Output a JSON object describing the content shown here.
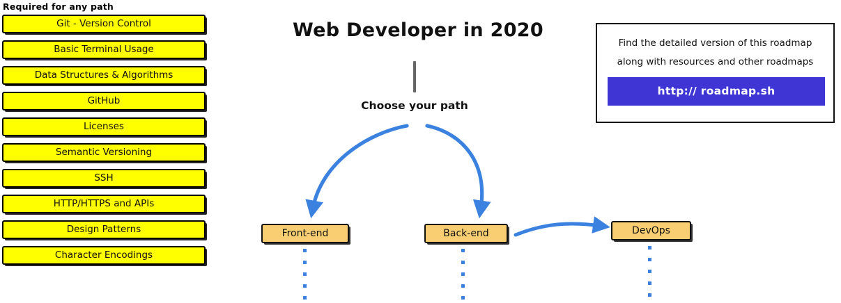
{
  "diagram": {
    "title": "Web Developer in 2020",
    "branch_label": "Choose your path"
  },
  "required_section": {
    "heading": "Required for any path",
    "accent_color": "#FFFF00",
    "items": [
      {
        "label": "Git - Version Control"
      },
      {
        "label": "Basic Terminal Usage"
      },
      {
        "label": "Data Structures & Algorithms"
      },
      {
        "label": "GitHub"
      },
      {
        "label": "Licenses"
      },
      {
        "label": "Semantic Versioning"
      },
      {
        "label": "SSH"
      },
      {
        "label": "HTTP/HTTPS and APIs"
      },
      {
        "label": "Design Patterns"
      },
      {
        "label": "Character Encodings"
      }
    ]
  },
  "paths": {
    "accent_color": "#F9CE72",
    "connector_color": "#3B82E0",
    "boxes": [
      {
        "label": "Front-end"
      },
      {
        "label": "Back-end"
      },
      {
        "label": "DevOps"
      }
    ]
  },
  "info_card": {
    "line1": "Find the detailed version of this roadmap",
    "line2": "along with resources and other roadmaps",
    "link_label": "http:// roadmap.sh",
    "link_color": "#3F35D5"
  }
}
